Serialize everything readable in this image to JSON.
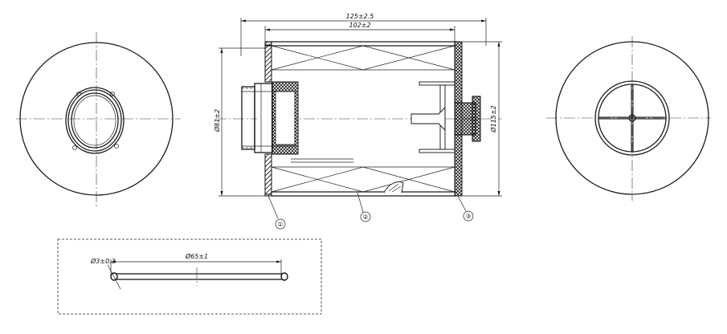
{
  "dimensions": {
    "overall_length": "125±2.5",
    "inner_length": "102±2",
    "left_diameter": "Ø81±2",
    "right_diameter": "Ø115±2",
    "ring_outer": "Ø65±1",
    "ring_section": "Ø3±0.3"
  },
  "balloons": {
    "b1": "①",
    "b2": "②",
    "b3": "③"
  }
}
